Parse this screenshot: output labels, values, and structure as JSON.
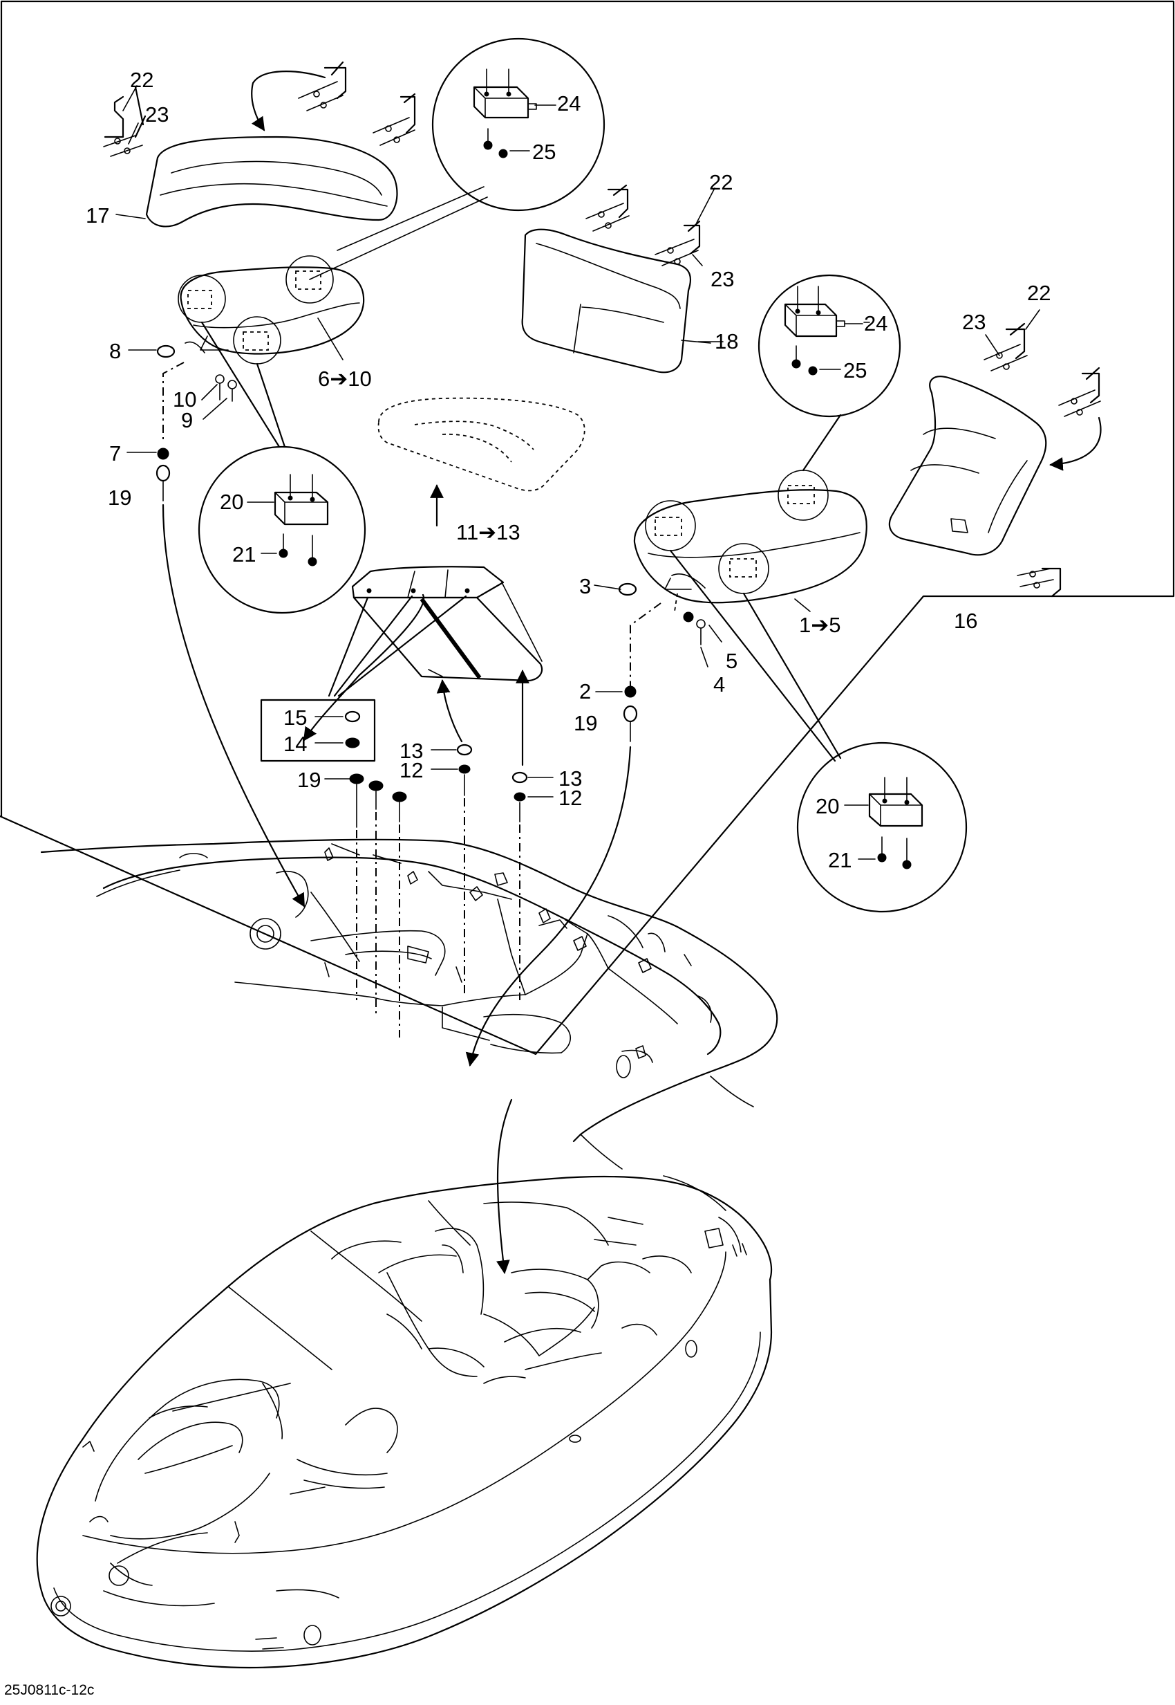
{
  "labels": {
    "l22a": "22",
    "l23a": "23",
    "l17": "17",
    "l24a": "24",
    "l25a": "25",
    "l22b": "22",
    "l23b": "23",
    "l18": "18",
    "l8": "8",
    "l6to10": "6➔10",
    "l10": "10",
    "l9": "9",
    "l24b": "24",
    "l25b": "25",
    "l22c": "22",
    "l23c": "23",
    "l7": "7",
    "l19a": "19",
    "l20a": "20",
    "l21a": "21",
    "l11to13": "11➔13",
    "l3": "3",
    "l1to5": "1➔5",
    "l5": "5",
    "l4": "4",
    "l16": "16",
    "l2": "2",
    "l19b": "19",
    "l15": "15",
    "l14": "14",
    "l13a": "13",
    "l12a": "12",
    "l19c": "19",
    "l13b": "13",
    "l12b": "12",
    "l20b": "20",
    "l21b": "21"
  },
  "footer": {
    "code": "25J0811c-12c"
  }
}
